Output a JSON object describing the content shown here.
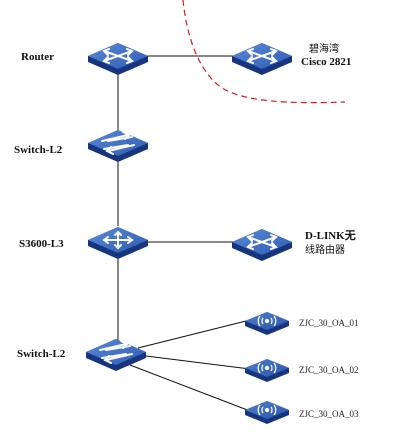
{
  "labels": {
    "router": "Router",
    "switch_l2_top": "Switch-L2",
    "s3600": "S3600-L3",
    "switch_l2_bottom": "Switch-L2",
    "cisco_line1": "碧海湾",
    "cisco_line2": "Cisco 2821",
    "dlink_line1": "D-LINK无",
    "dlink_line2": "线路由器",
    "ap1": "ZJC_30_OA_01",
    "ap2": "ZJC_30_OA_02",
    "ap3": "ZJC_30_OA_03"
  },
  "icons": {
    "router": "router-icon",
    "cisco": "router-icon",
    "switch_top": "l2-switch-icon",
    "s3600": "l3-switch-icon",
    "dlink": "router-icon",
    "switch_bottom": "l2-switch-icon",
    "ap": "wireless-ap-icon"
  },
  "colors": {
    "device_top": "#3f6fc4",
    "device_side": "#17357e",
    "boundary": "#d11c1c",
    "link": "#111111"
  }
}
